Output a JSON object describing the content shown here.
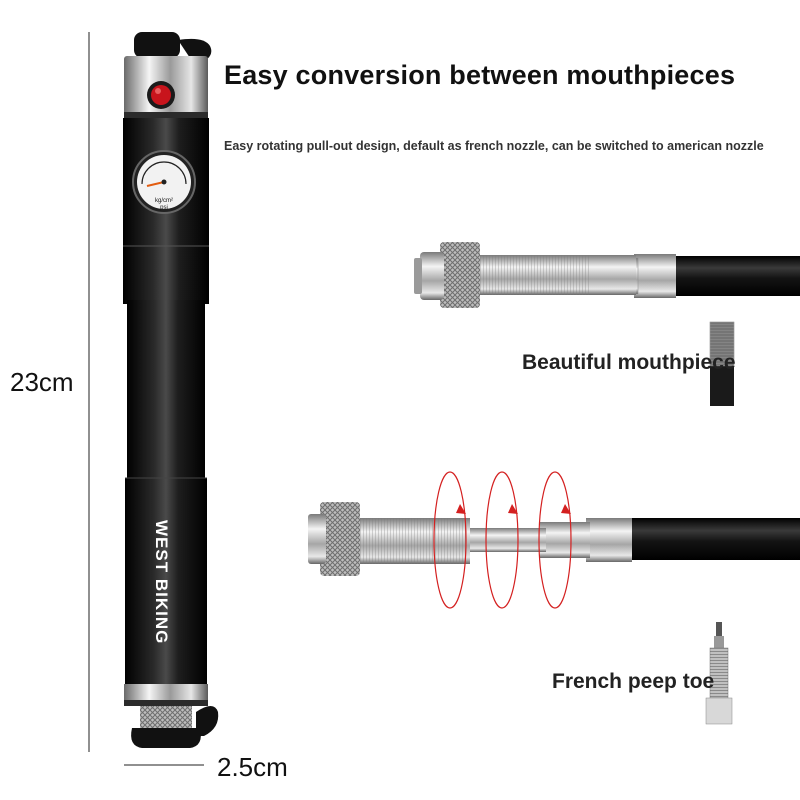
{
  "heading": {
    "title": "Easy conversion between mouthpieces",
    "subtitle": "Easy rotating pull-out design, default as french nozzle, can be switched to american nozzle"
  },
  "dimensions": {
    "length": "23cm",
    "diameter": "2.5cm"
  },
  "pump": {
    "brand_logo": "WEST BIKING",
    "gauge_unit_top": "kg/cm²",
    "gauge_unit_bottom": "psi"
  },
  "nozzles": {
    "upper_label": "Beautiful mouthpiece",
    "lower_label": "French peep toe"
  },
  "colors": {
    "pump_body": "#0d0d0d",
    "chrome": "#c9c9c9",
    "valve_button": "#c8141c",
    "rotation_arrows": "#d42020"
  }
}
